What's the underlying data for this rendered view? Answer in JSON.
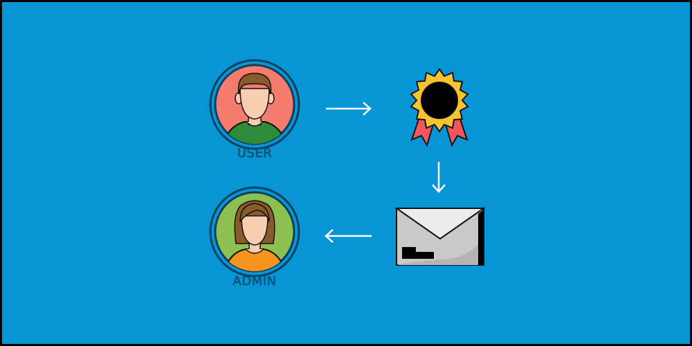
{
  "nodes": {
    "user": {
      "label": "USER",
      "icon": "male-user-avatar-icon",
      "bg_color": "#f47c6e",
      "shirt_color": "#2e8b3a"
    },
    "award": {
      "icon": "award-badge-icon",
      "badge_color": "#f7c331",
      "ribbon_color": "#f0575d"
    },
    "email": {
      "icon": "envelope-icon",
      "color": "#c9c9c9"
    },
    "admin": {
      "label": "ADMIN",
      "icon": "female-admin-avatar-icon",
      "bg_color": "#8cc152",
      "shirt_color": "#f7941d"
    }
  },
  "flow": [
    {
      "from": "user",
      "to": "award",
      "direction": "right"
    },
    {
      "from": "award",
      "to": "email",
      "direction": "down"
    },
    {
      "from": "email",
      "to": "admin",
      "direction": "left"
    }
  ],
  "colors": {
    "background": "#0795d6",
    "ring": "#0a3f5e",
    "arrow": "#ffffff"
  }
}
